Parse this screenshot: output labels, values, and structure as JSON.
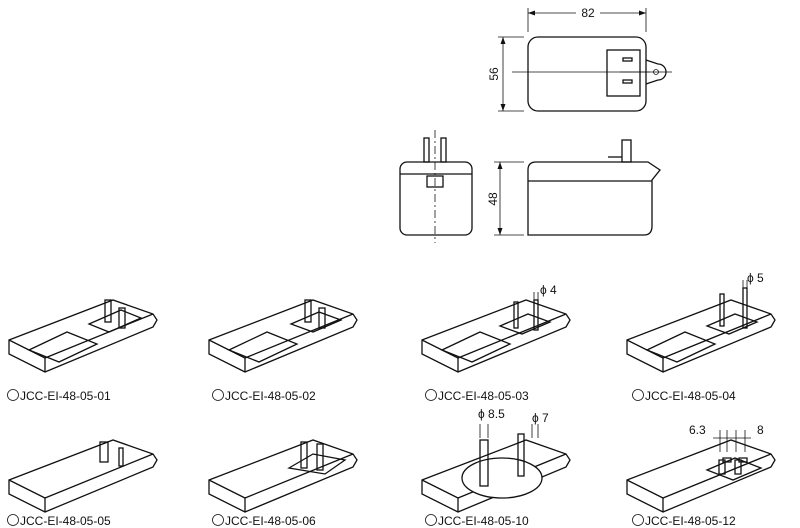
{
  "dimensions": {
    "width": "82",
    "length": "56",
    "height": "48"
  },
  "models": [
    {
      "label": "JCC-EI-48-05-01",
      "plug": "flat-blades"
    },
    {
      "label": "JCC-EI-48-05-02",
      "plug": "flat-blades"
    },
    {
      "label": "JCC-EI-48-05-03",
      "plug": "round-pins",
      "note": "ϕ 4"
    },
    {
      "label": "JCC-EI-48-05-04",
      "plug": "round-pins",
      "note": "ϕ 5"
    },
    {
      "label": "JCC-EI-48-05-05",
      "plug": "flat-blades"
    },
    {
      "label": "JCC-EI-48-05-06",
      "plug": "flat-blades"
    },
    {
      "label": "JCC-EI-48-05-10",
      "plug": "round-pins",
      "note": "ϕ 8.5",
      "note2": "ϕ 7"
    },
    {
      "label": "JCC-EI-48-05-12",
      "plug": "flat-blades",
      "note": "6.3",
      "note2": "8"
    }
  ]
}
